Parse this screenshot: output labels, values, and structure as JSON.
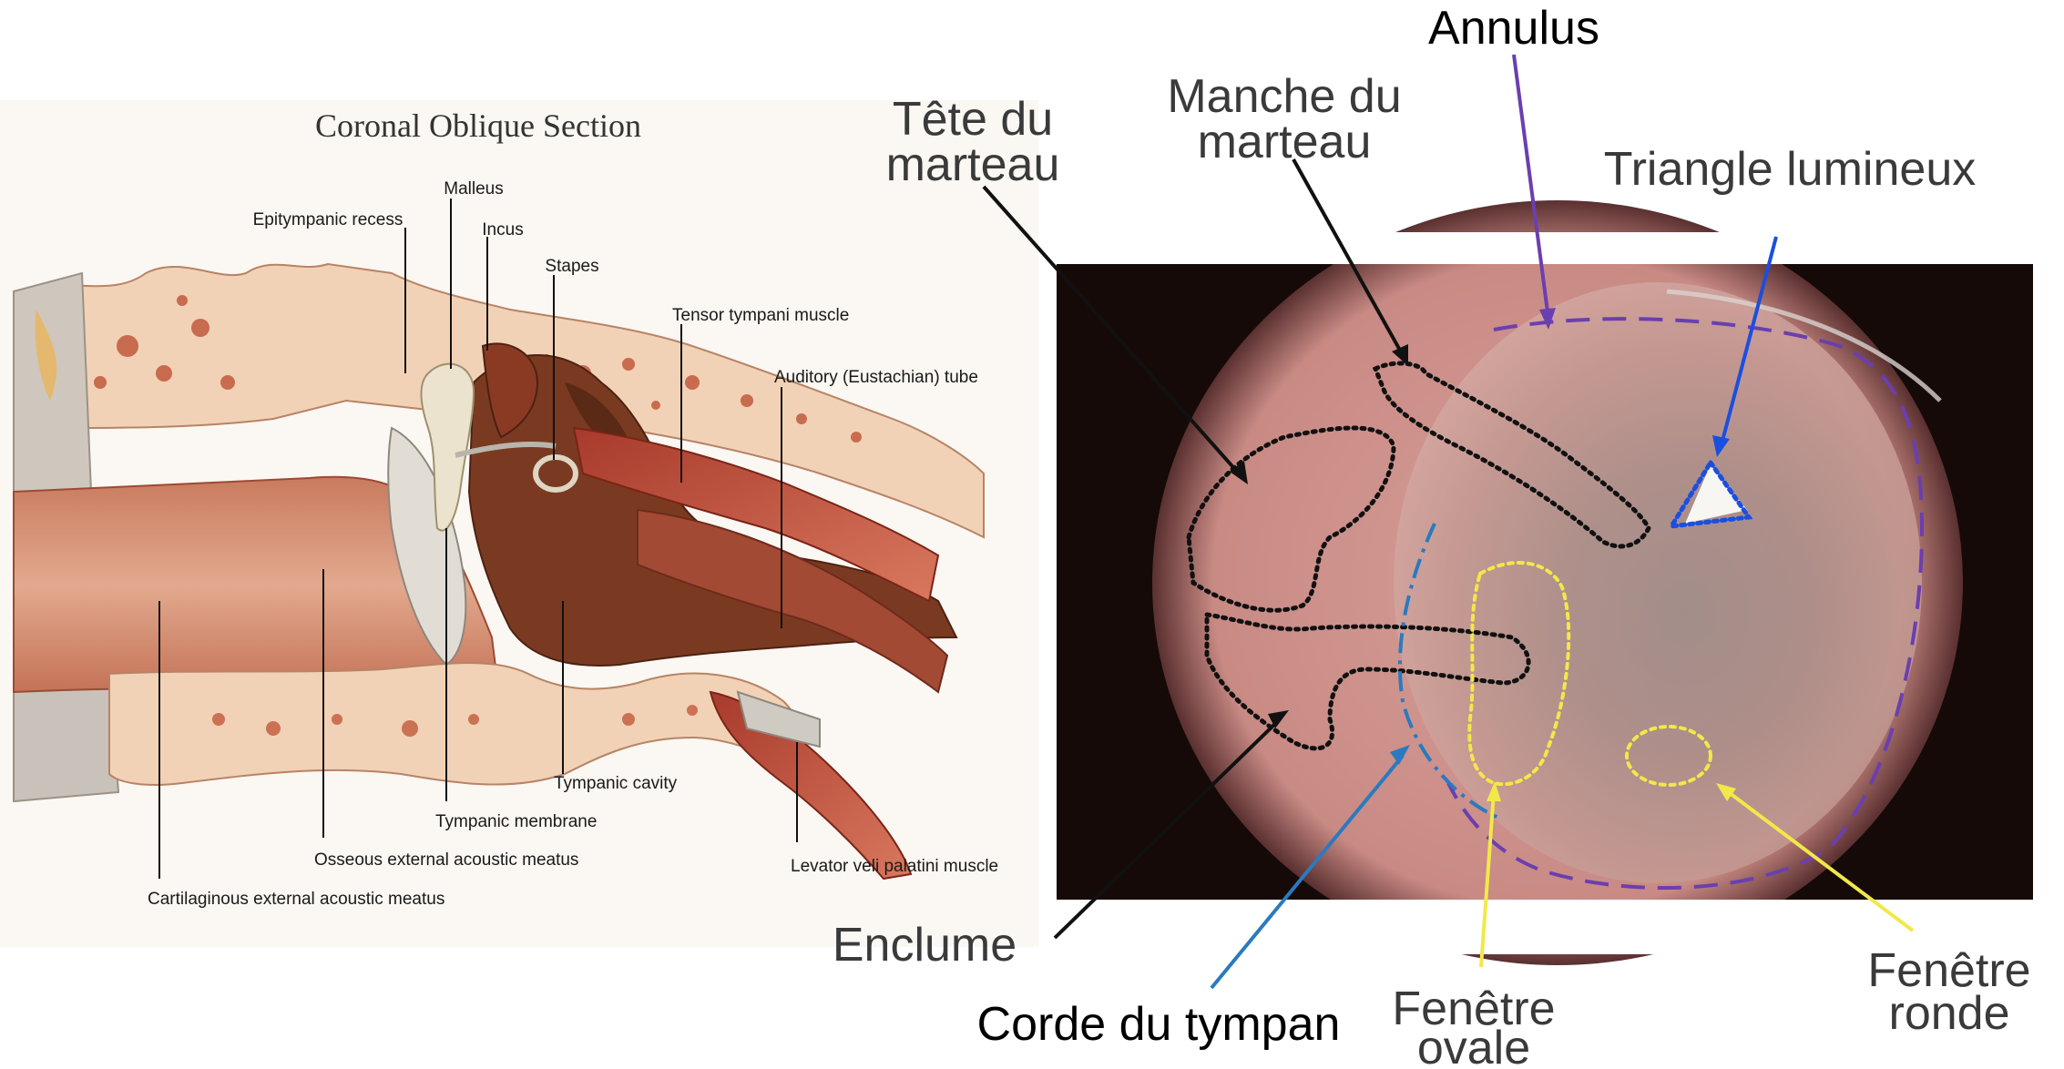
{
  "left_panel": {
    "title": "Coronal Oblique Section",
    "labels": {
      "malleus": "Malleus",
      "epitympanic_recess": "Epitympanic recess",
      "incus": "Incus",
      "stapes": "Stapes",
      "tensor_tympani": "Tensor tympani muscle",
      "auditory_tube": "Auditory (Eustachian) tube",
      "tympanic_cavity": "Tympanic cavity",
      "tympanic_membrane": "Tympanic membrane",
      "osseous_meatus": "Osseous external acoustic meatus",
      "levator": "Levator veli palatini muscle",
      "cartilaginous_meatus": "Cartilaginous external acoustic meatus"
    }
  },
  "right_panel": {
    "labels": {
      "annulus": "Annulus",
      "tete_line1": "Tête du",
      "tete_line2": "marteau",
      "manche_line1": "Manche du",
      "manche_line2": "marteau",
      "triangle": "Triangle lumineux",
      "enclume": "Enclume",
      "corde": "Corde du tympan",
      "fen_ovale_line1": "Fenêtre",
      "fen_ovale_line2": "ovale",
      "fen_ronde_line1": "Fenêtre",
      "fen_ronde_line2": "ronde"
    },
    "colors": {
      "annulus": "#6a3fb0",
      "triangle": "#1a4fe0",
      "corde": "#2a7ac0",
      "fenetres": "#f2e84a",
      "ossicles": "#111111"
    }
  }
}
